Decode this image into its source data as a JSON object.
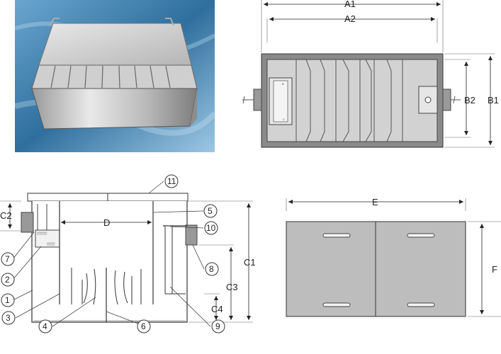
{
  "photo": {
    "subject": "stainless-steel-grease-trap"
  },
  "top_view": {
    "dims": {
      "a1": "A1",
      "a2": "A2",
      "b1": "B1",
      "b2": "B2"
    }
  },
  "section_view": {
    "dims": {
      "c1": "C1",
      "c2": "C2",
      "c3": "C3",
      "c4": "C4",
      "d": "D"
    },
    "callouts": [
      "1",
      "2",
      "3",
      "4",
      "5",
      "6",
      "7",
      "8",
      "9",
      "10",
      "11"
    ]
  },
  "cover_view": {
    "dims": {
      "e": "E",
      "f": "F"
    }
  },
  "colors": {
    "water_bg": "#2f6f9e",
    "tank_fill": "#c9c9c9",
    "wall_fill": "#8a8a8a",
    "cover_fill": "#bdbdbd",
    "outline": "#333333"
  }
}
